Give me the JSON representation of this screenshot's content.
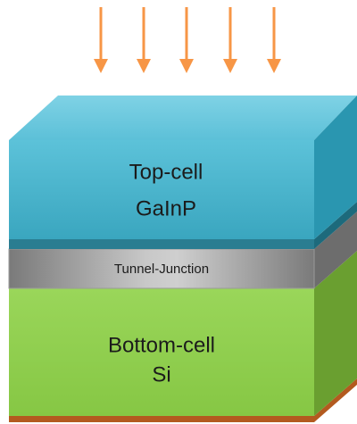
{
  "layers": {
    "top_cell": {
      "line1": "Top-cell",
      "line2": "GaInP"
    },
    "tunnel_junction": {
      "label": "Tunnel-Junction"
    },
    "bottom_cell": {
      "line1": "Bottom-cell",
      "line2": "Si"
    }
  },
  "incoming_light": {
    "arrow_count": 5,
    "color": "#f79646"
  },
  "colors": {
    "top_cell_front": "#4bb5cc",
    "top_cell_top": "#6fcbe0",
    "top_cell_side": "#2a96b0",
    "tunnel_front": "#8f8f8f",
    "bottom_cell_front": "#92d050",
    "bottom_cell_side": "#6a9f30",
    "substrate_edge": "#b35a1f"
  }
}
